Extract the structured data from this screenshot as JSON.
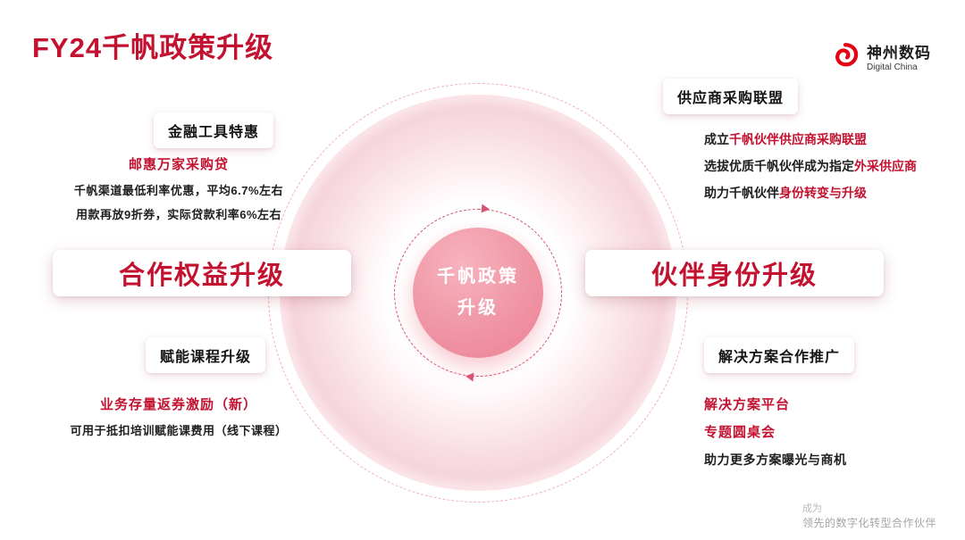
{
  "page": {
    "title": "FY24千帆政策升级"
  },
  "logo": {
    "cn": "神州数码",
    "en": "Digital China"
  },
  "center": {
    "line1": "千帆政策",
    "line2": "升级"
  },
  "left": {
    "finance": {
      "header": "金融工具特惠",
      "highlight": "邮惠万家采购贷",
      "lines": [
        "千帆渠道最低利率优惠，平均6.7%左右",
        "用款再放9折券，实际贷款利率6%左右"
      ]
    },
    "main_label": "合作权益升级",
    "course": {
      "header": "赋能课程升级",
      "highlight": "业务存量返券激励（新）",
      "lines": [
        "可用于抵扣培训赋能课费用（线下课程）"
      ]
    }
  },
  "right": {
    "supplier": {
      "header": "供应商采购联盟",
      "lines": [
        {
          "black": "成立",
          "red": "千帆伙伴供应商采购联盟"
        },
        {
          "black": "选拔优质千帆伙伴成为指定",
          "red": "外采供应商"
        },
        {
          "black": "助力千帆伙伴",
          "red": "身份转变与升级"
        }
      ]
    },
    "main_label": "伙伴身份升级",
    "solution": {
      "header": "解决方案合作推广",
      "highlights": [
        "解决方案平台",
        "专题圆桌会"
      ],
      "lines": [
        "助力更多方案曝光与商机"
      ]
    }
  },
  "footer": {
    "line1": "成为",
    "line2": "领先的数字化转型合作伙伴"
  },
  "colors": {
    "brand_red": "#c31230",
    "pink": "#ee8196"
  }
}
